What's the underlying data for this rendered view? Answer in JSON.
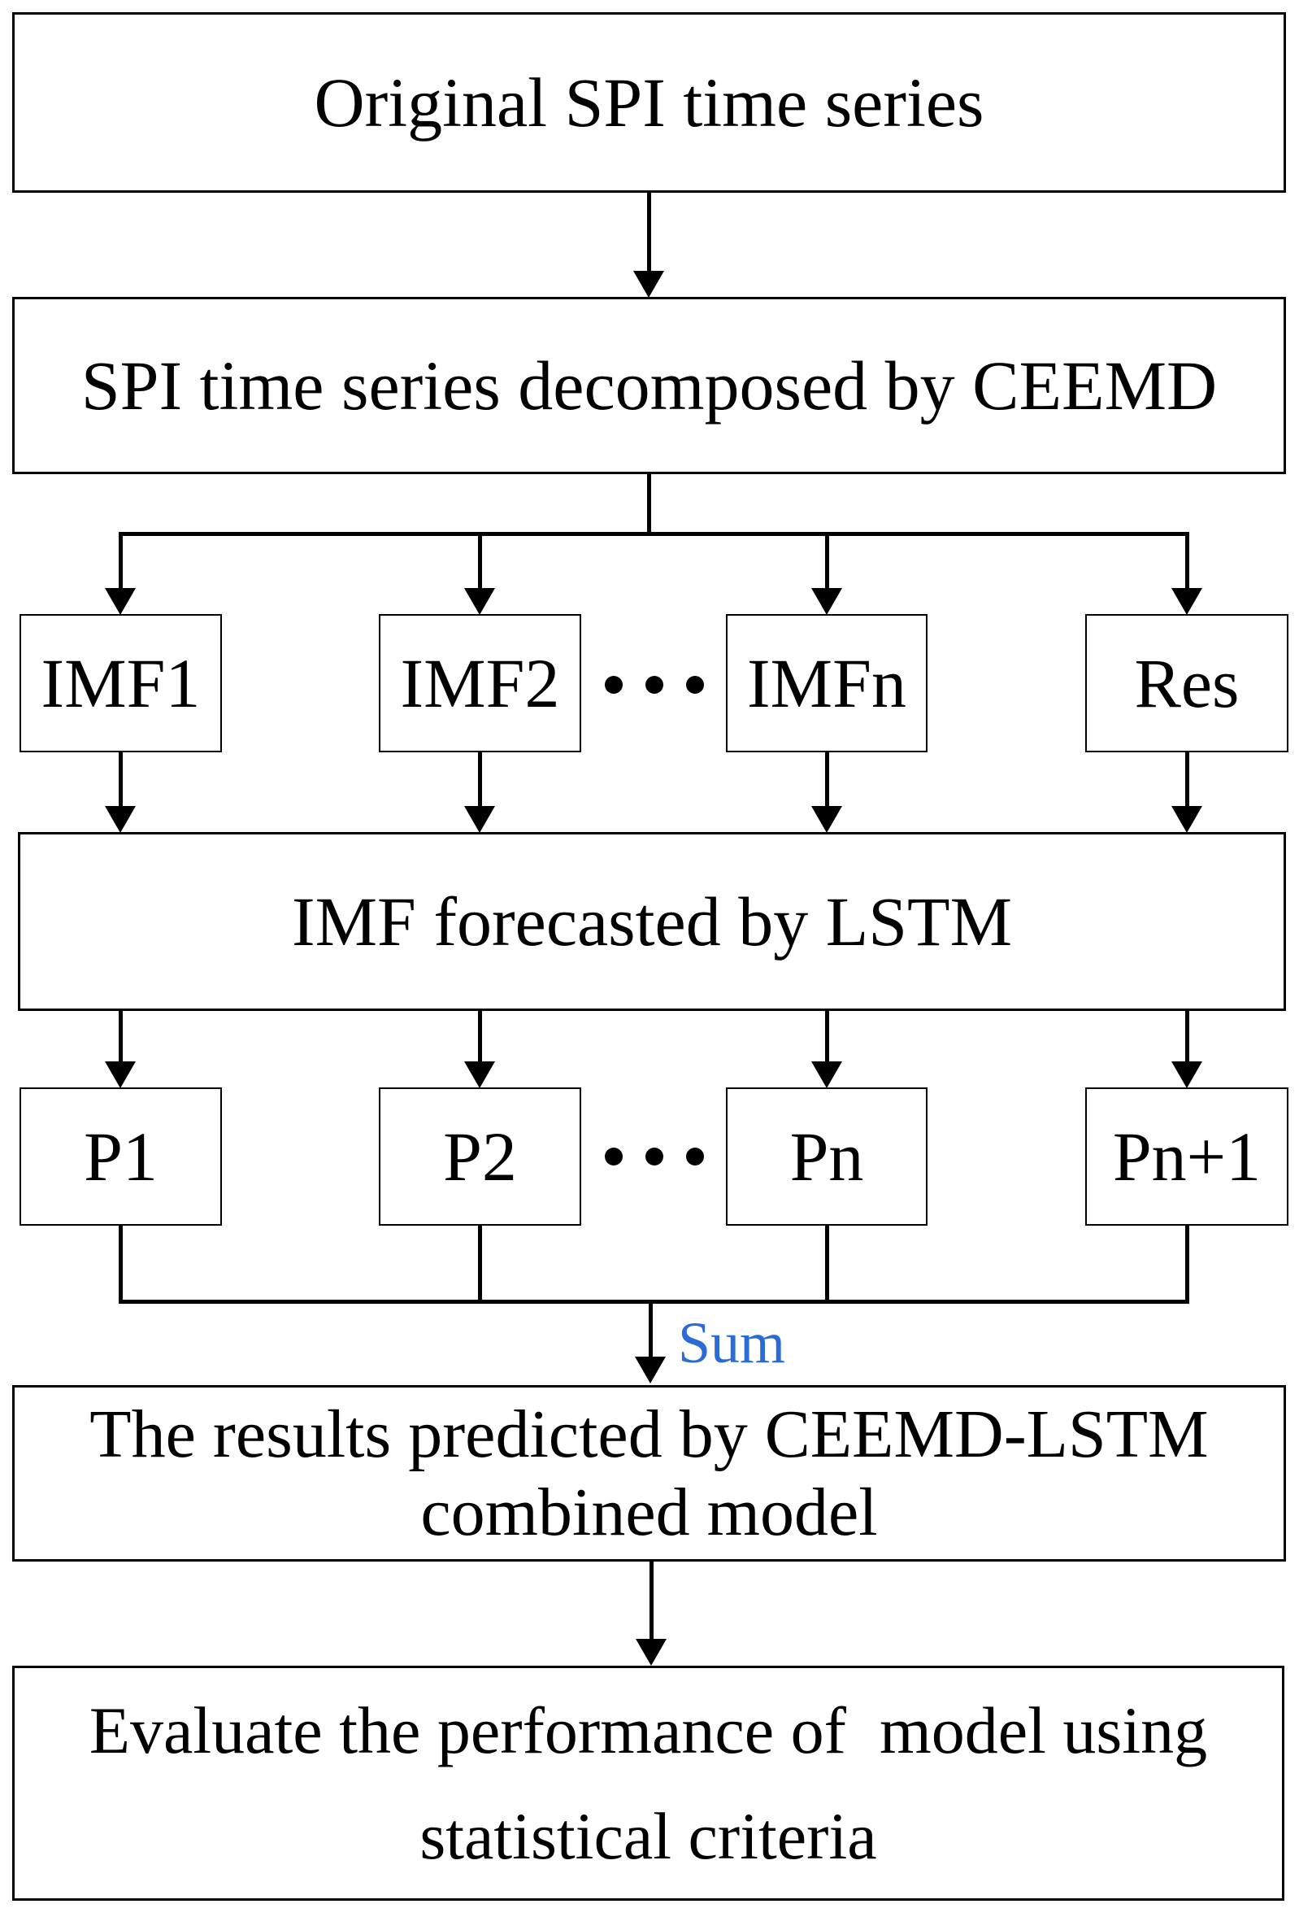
{
  "colors": {
    "background": "#ffffff",
    "line": "#000000",
    "sum_label": "#2b6bd5"
  },
  "nodes": {
    "original": {
      "label": "Original SPI time series"
    },
    "decomposed": {
      "label": "SPI time series decomposed by CEEMD"
    },
    "imf1": {
      "label": "IMF1"
    },
    "imf2": {
      "label": "IMF2"
    },
    "imfn": {
      "label": "IMFn"
    },
    "res": {
      "label": "Res"
    },
    "lstm": {
      "label": "IMF forecasted by LSTM"
    },
    "p1": {
      "label": "P1"
    },
    "p2": {
      "label": "P2"
    },
    "pn": {
      "label": "Pn"
    },
    "pn_plus_1": {
      "label": "Pn+1"
    },
    "results": {
      "line1": "The results predicted by CEEMD-LSTM",
      "line2": "combined model"
    },
    "evaluate": {
      "line1": "Evaluate the performance of  model using",
      "line2": "statistical criteria"
    }
  },
  "labels": {
    "sum": "Sum"
  },
  "icons": {
    "imf_row_ellipsis": "ellipsis-dots",
    "p_row_ellipsis": "ellipsis-dots"
  }
}
